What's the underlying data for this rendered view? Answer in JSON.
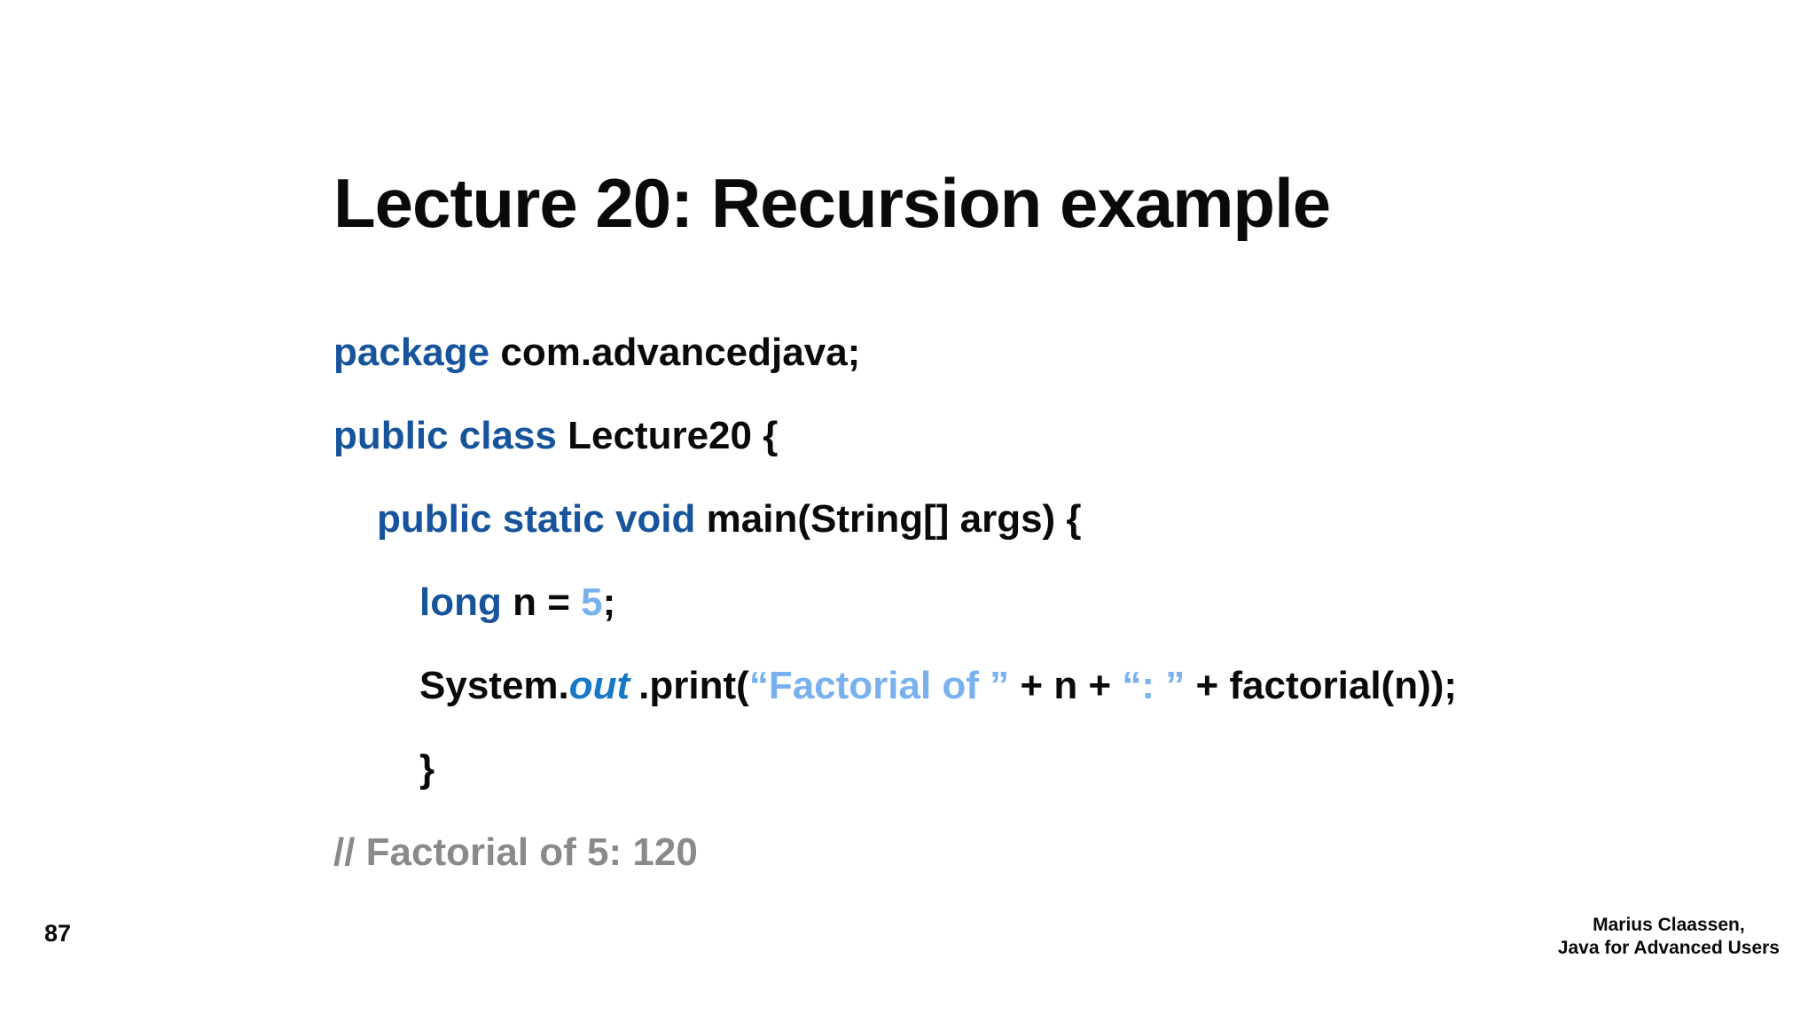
{
  "slide": {
    "title": "Lecture 20: Recursion example",
    "page_number": "87",
    "footer": {
      "author": "Marius Claassen,",
      "course": "Java for Advanced Users"
    }
  },
  "colors": {
    "background": "#FFFFFF",
    "text": "#0A0A0A",
    "keyword_blue": "#17549B",
    "member_field_blue": "#1878C8",
    "literal_string_light_blue": "#79B1EE",
    "comment_gray": "#8A8A8A"
  },
  "code": {
    "language": "java",
    "lines": [
      {
        "segments": [
          {
            "text": "package ",
            "style": "keyword"
          },
          {
            "text": "com.advancedjava;",
            "style": "plain"
          }
        ]
      },
      {
        "segments": [
          {
            "text": "public class ",
            "style": "keyword"
          },
          {
            "text": "Lecture20 {",
            "style": "plain"
          }
        ]
      },
      {
        "segments": [
          {
            "text": "public static void ",
            "style": "keyword"
          },
          {
            "text": "main(String[] args) {",
            "style": "plain"
          }
        ]
      },
      {
        "segments": [
          {
            "text": "long ",
            "style": "keyword"
          },
          {
            "text": "n = ",
            "style": "plain"
          },
          {
            "text": "5",
            "style": "literal"
          },
          {
            "text": ";",
            "style": "plain"
          }
        ]
      },
      {
        "segments": [
          {
            "text": "System.",
            "style": "plain"
          },
          {
            "text": "out",
            "style": "member"
          },
          {
            "text": ".print(",
            "style": "plain"
          },
          {
            "text": "“Factorial of ”",
            "style": "string"
          },
          {
            "text": " + n + ",
            "style": "plain"
          },
          {
            "text": "“: ”",
            "style": "string"
          },
          {
            "text": " + factorial(n));",
            "style": "plain"
          }
        ]
      },
      {
        "segments": [
          {
            "text": "}",
            "style": "plain"
          }
        ]
      },
      {
        "segments": [
          {
            "text": "// Factorial of 5: 120",
            "style": "comment"
          }
        ]
      }
    ]
  }
}
